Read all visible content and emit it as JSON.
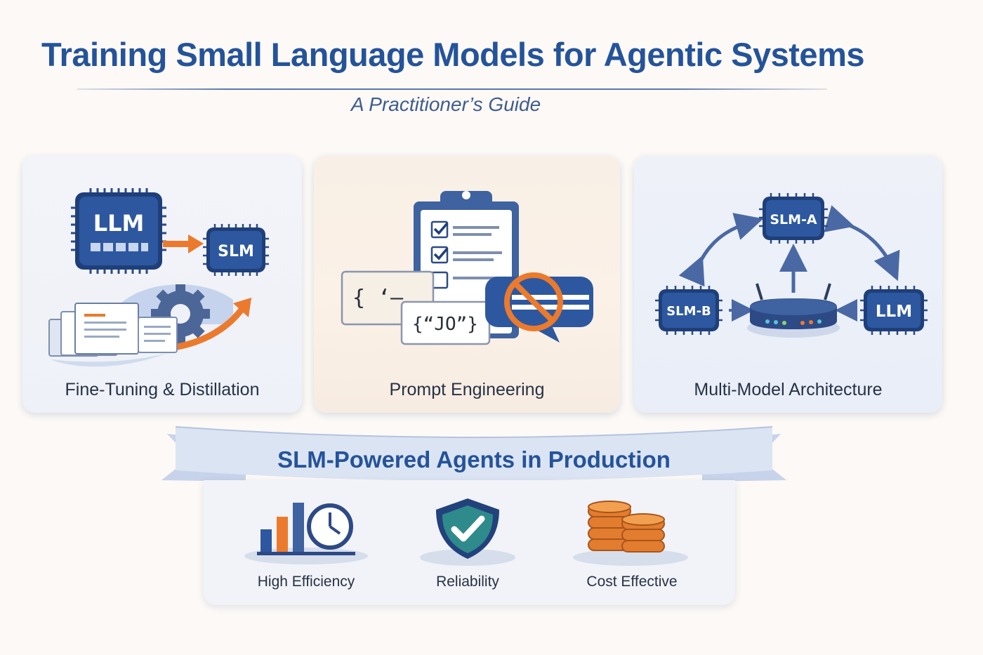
{
  "header": {
    "title": "Training Small Language Models for Agentic Systems",
    "subtitle": "A Practitioner’s Guide"
  },
  "panels": {
    "finetune": {
      "label": "Fine-Tuning & Distillation",
      "chip_large": "LLM",
      "chip_small": "SLM"
    },
    "prompt": {
      "label": "Prompt Engineering",
      "snippet_1": "{ ‘—",
      "snippet_2": "{“JO”}"
    },
    "multi": {
      "label": "Multi-Model Architecture",
      "chip_a": "SLM-A",
      "chip_b": "SLM-B",
      "chip_llm": "LLM"
    }
  },
  "ribbon": {
    "title": "SLM-Powered Agents in Production"
  },
  "benefits": [
    {
      "label": "High Efficiency",
      "icon": "bar-chart-clock-icon"
    },
    {
      "label": "Reliability",
      "icon": "shield-check-icon"
    },
    {
      "label": "Cost Effective",
      "icon": "coins-icon"
    }
  ],
  "colors": {
    "brand_blue": "#24539a",
    "chip_blue": "#234a8f",
    "accent_orange": "#ec7a2c",
    "shield_teal": "#2f8a8c",
    "coin_orange": "#e27d2f"
  }
}
